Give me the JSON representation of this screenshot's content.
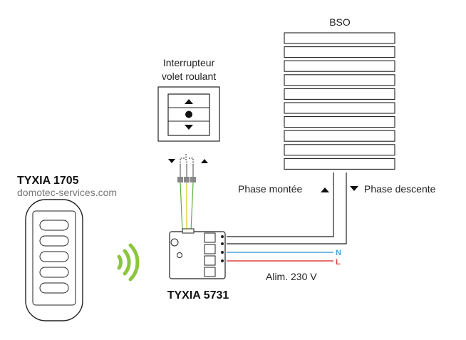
{
  "remote": {
    "title": "TYXIA 1705",
    "watermark": "domotec-services.com",
    "button_count": 5
  },
  "switch": {
    "label_line1": "Interrupteur",
    "label_line2": "volet roulant"
  },
  "module": {
    "title": "TYXIA 5731"
  },
  "bso": {
    "label": "BSO",
    "slat_count": 10
  },
  "phases": {
    "up_label": "Phase montée",
    "down_label": "Phase descente"
  },
  "supply": {
    "label": "Alim. 230 V",
    "neutral": "N",
    "live": "L"
  },
  "colors": {
    "wire_neutral": "#4a9fd4",
    "wire_live": "#e04040",
    "wire_green": "#59b53a",
    "wire_yellow": "#e0c419",
    "wireless": "#8cc63f",
    "outline": "#222222"
  }
}
